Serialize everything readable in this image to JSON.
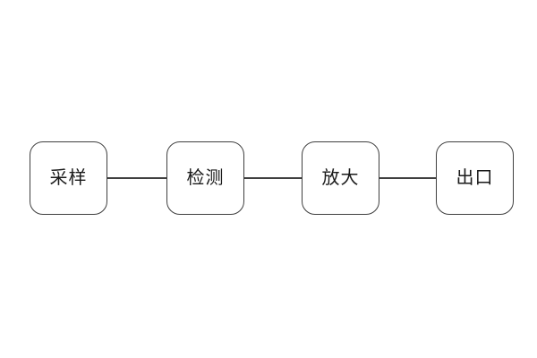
{
  "diagram": {
    "type": "flowchart",
    "background_color": "#ffffff",
    "stroke_color": "#3f3f3f",
    "text_color": "#1a1a1a",
    "direction": "left-to-right",
    "nodes": [
      {
        "id": "sampling",
        "label": "采样",
        "shape": "rounded-rectangle"
      },
      {
        "id": "detection",
        "label": "检测",
        "shape": "rounded-rectangle"
      },
      {
        "id": "amplify",
        "label": "放大",
        "shape": "rounded-rectangle"
      },
      {
        "id": "outlet",
        "label": "出口",
        "shape": "rounded-rectangle"
      }
    ],
    "connections": [
      {
        "from": "采样",
        "to": "检测",
        "style": "plain-line"
      },
      {
        "from": "检测",
        "to": "放大",
        "style": "plain-line"
      },
      {
        "from": "放大",
        "to": "出口",
        "style": "plain-line"
      }
    ]
  }
}
